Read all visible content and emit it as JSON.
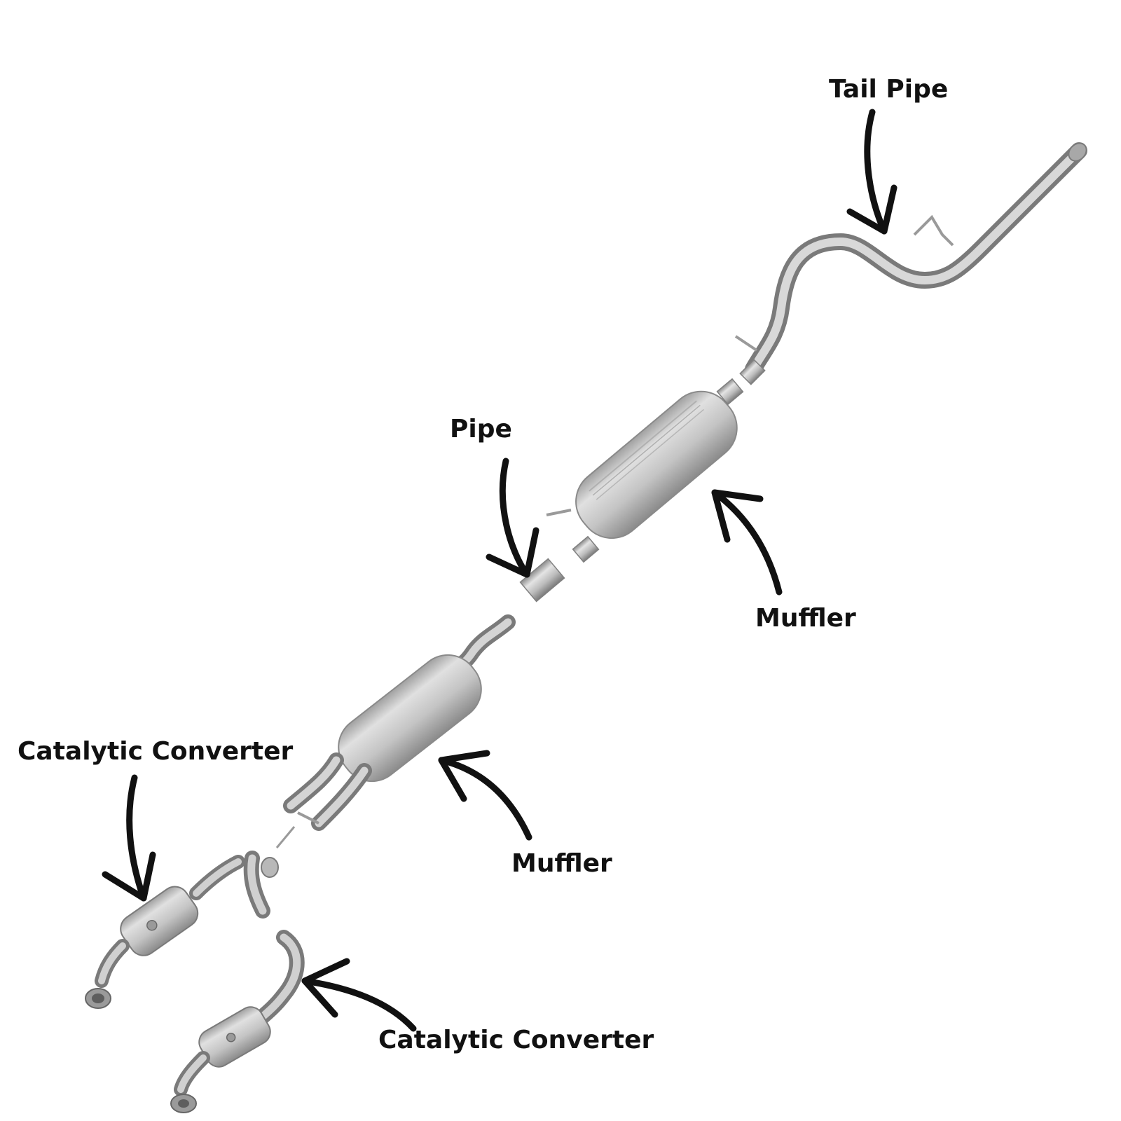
{
  "labels": {
    "tail_pipe": "Tail Pipe",
    "pipe": "Pipe",
    "muffler_rear": "Muffler",
    "muffler_front": "Muffler",
    "catalytic_converter_left": "Catalytic Converter",
    "catalytic_converter_right": "Catalytic Converter"
  },
  "colors": {
    "metal_light": "#dadada",
    "metal_mid": "#b4b4b4",
    "metal_dark": "#7e7e7e",
    "arrow": "#111111",
    "text": "#111111",
    "background": "#ffffff"
  }
}
